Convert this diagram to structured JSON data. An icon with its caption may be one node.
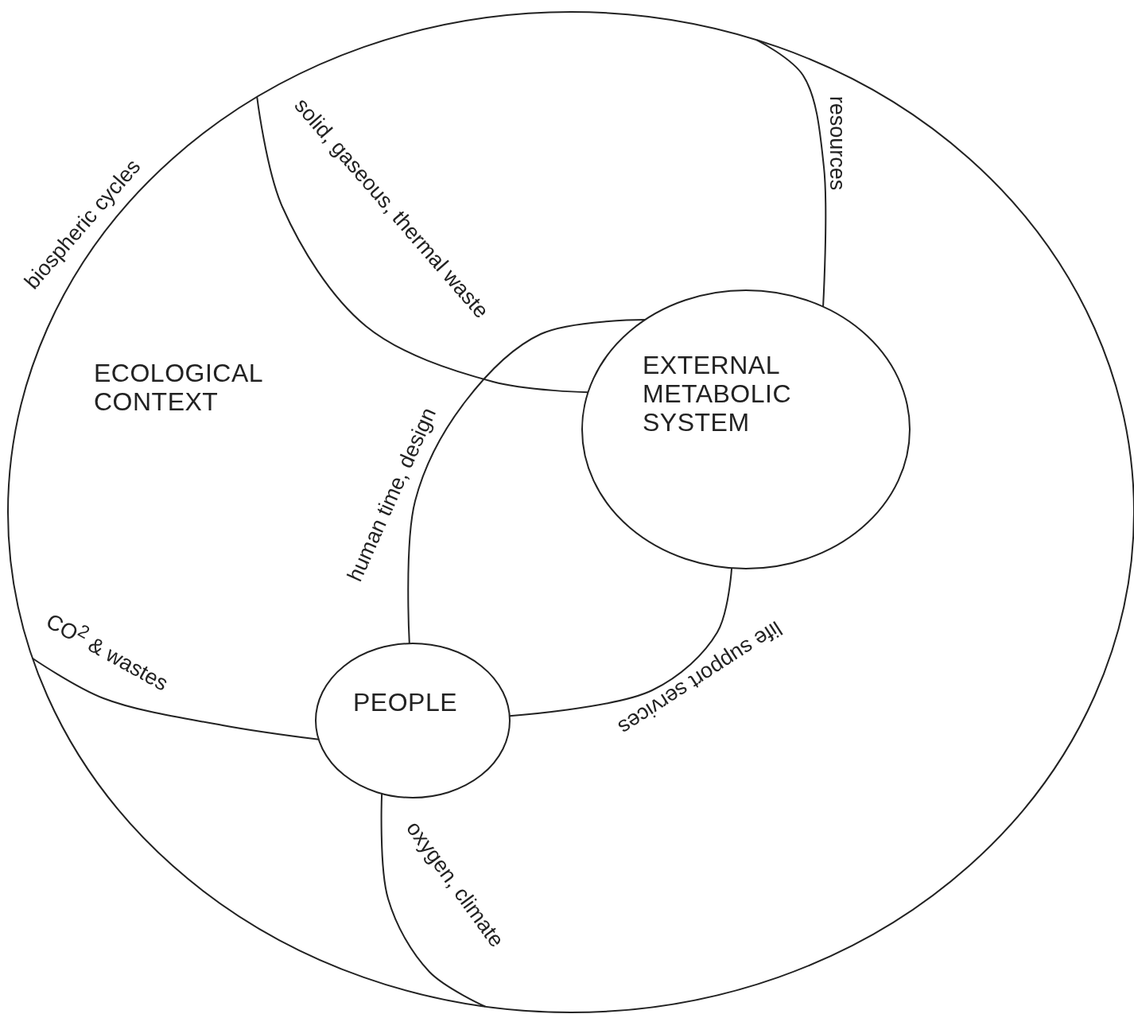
{
  "diagram": {
    "nodes": [
      {
        "text": [
          "ECOLOGICAL CONTEXT"
        ],
        "beside": [
          "biospheric cycles"
        ]
      },
      {
        "text": [
          "EXTERNAL METABOLIC SYSTEM"
        ],
        "in": 0
      },
      {
        "text": [
          "PEOPLE"
        ],
        "in": 0
      }
    ],
    "edges": [
      {
        "from": 0,
        "to": 1,
        "arrow": "none",
        "label": "resources"
      },
      {
        "from": 1,
        "to": 0,
        "arrow": "none",
        "label": "solid, gaseous, thermal waste"
      },
      {
        "from": 2,
        "to": 1,
        "arrow": "none",
        "label": "human time, design"
      },
      {
        "from": 1,
        "to": 2,
        "arrow": "none",
        "label": "life support services"
      },
      {
        "from": 2,
        "to": 0,
        "arrow": "none",
        "label": "CO$^{2}$ &  wastes"
      },
      {
        "from": 2,
        "to": 0,
        "arrow": "none",
        "label": "oxygen, climate"
      }
    ]
  }
}
